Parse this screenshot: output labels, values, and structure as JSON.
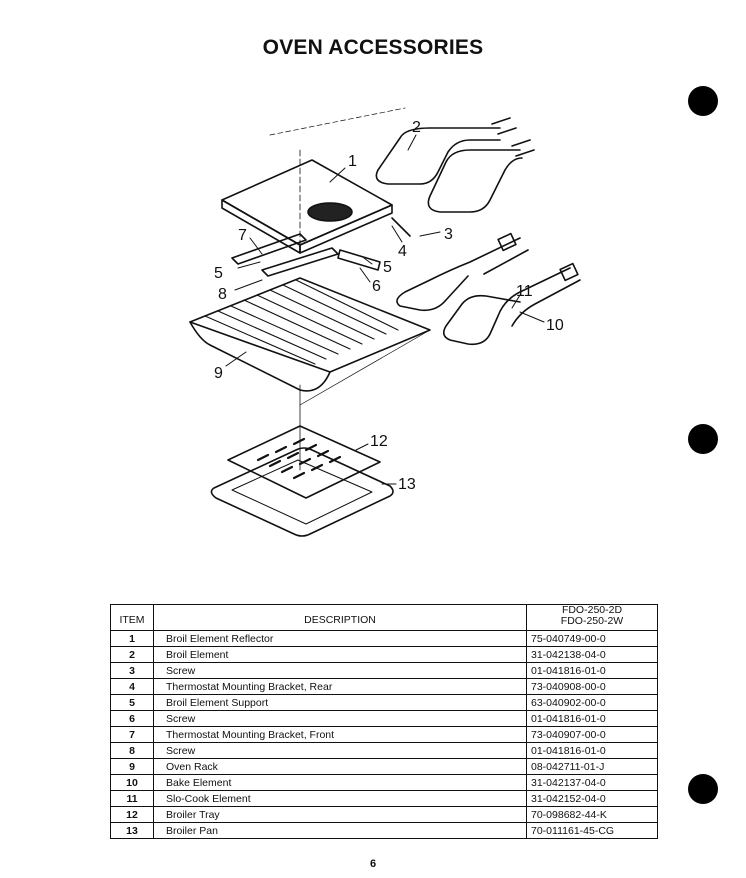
{
  "page": {
    "title": "OVEN ACCESSORIES",
    "page_number": "6"
  },
  "diagram": {
    "callouts": [
      "1",
      "2",
      "3",
      "4",
      "5",
      "5",
      "6",
      "7",
      "8",
      "9",
      "10",
      "11",
      "12",
      "13"
    ]
  },
  "table": {
    "headers": {
      "item": "ITEM",
      "description": "DESCRIPTION",
      "model_line1": "FDO-250-2D",
      "model_line2": "FDO-250-2W"
    },
    "rows": [
      {
        "item": "1",
        "description": "Broil Element Reflector",
        "part": "75-040749-00-0"
      },
      {
        "item": "2",
        "description": "Broil Element",
        "part": "31-042138-04-0"
      },
      {
        "item": "3",
        "description": "Screw",
        "part": "01-041816-01-0"
      },
      {
        "item": "4",
        "description": "Thermostat Mounting Bracket, Rear",
        "part": "73-040908-00-0"
      },
      {
        "item": "5",
        "description": "Broil Element Support",
        "part": "63-040902-00-0"
      },
      {
        "item": "6",
        "description": "Screw",
        "part": "01-041816-01-0"
      },
      {
        "item": "7",
        "description": "Thermostat Mounting Bracket, Front",
        "part": "73-040907-00-0"
      },
      {
        "item": "8",
        "description": "Screw",
        "part": "01-041816-01-0"
      },
      {
        "item": "9",
        "description": "Oven Rack",
        "part": "08-042711-01-J"
      },
      {
        "item": "10",
        "description": "Bake Element",
        "part": "31-042137-04-0"
      },
      {
        "item": "11",
        "description": "Slo-Cook Element",
        "part": "31-042152-04-0"
      },
      {
        "item": "12",
        "description": "Broiler Tray",
        "part": "70-098682-44-K"
      },
      {
        "item": "13",
        "description": "Broiler Pan",
        "part": "70-011161-45-CG"
      }
    ]
  }
}
